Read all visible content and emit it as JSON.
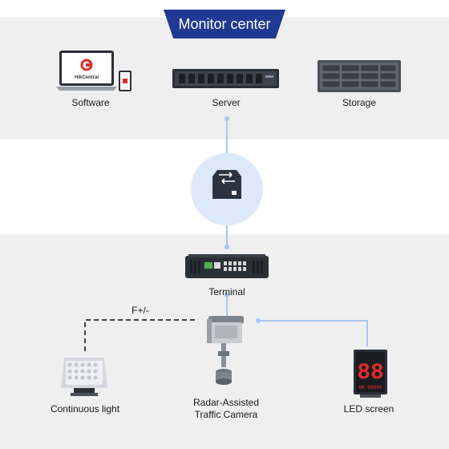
{
  "header": {
    "title": "Monitor center"
  },
  "devices": {
    "software": {
      "label": "Software",
      "logo_text": "HikCentral",
      "icon": "laptop-tablet-icon"
    },
    "server": {
      "label": "Server",
      "icon": "rack-server-icon"
    },
    "storage": {
      "label": "Storage",
      "icon": "storage-array-icon"
    },
    "switch": {
      "icon": "network-switch-icon"
    },
    "terminal": {
      "label": "Terminal",
      "icon": "terminal-box-icon"
    },
    "light": {
      "label": "Continuous light",
      "icon": "flood-light-icon"
    },
    "camera": {
      "label_line1": "Radar-Assisted",
      "label_line2": "Traffic Camera",
      "icon": "traffic-camera-icon"
    },
    "led": {
      "label": "LED screen",
      "icon": "led-display-icon",
      "display_digits": "88",
      "display_text": "HK 88888"
    }
  },
  "connections": {
    "dashed_label": "F+/-"
  },
  "colors": {
    "accent": "#1f3a93",
    "line": "#a9c6f0",
    "panel": "#efefef",
    "switch_circle": "#dde9fb",
    "device_dark": "#3a3f4a",
    "logo_red": "#e32b2b"
  }
}
